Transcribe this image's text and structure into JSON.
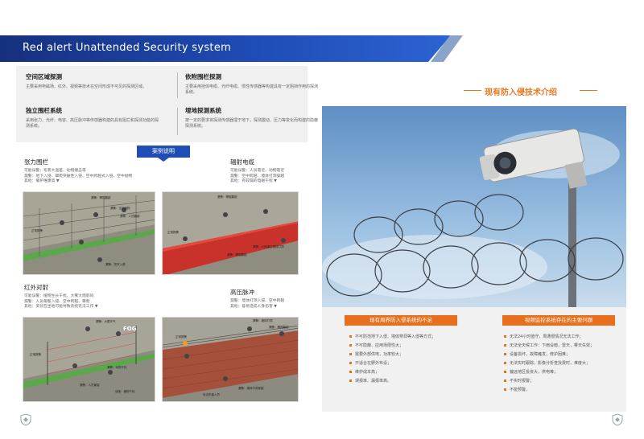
{
  "header": {
    "title": "Red alert Unattended Security system"
  },
  "intro": [
    {
      "title": "空间区域探测",
      "desc": "主要采用电磁场、红外、视频等技术在空间形成不可见的探测区域。"
    },
    {
      "title": "依附围栏探测",
      "desc": "主要采用挂体电缆、光纤电缆、惯性传感器等构建具有一定阻挡作用的探测系统。"
    },
    {
      "title": "独立围栏系统",
      "desc": "采用张力、光纤、电容、高压脉冲等传感器构建的具有阻拦和探测功能的探测系统。"
    },
    {
      "title": "埋地探测系统",
      "desc": "按一定的要求将探测传感器埋于地下，探测震动、压力等变化而构建的隐蔽探测系统。"
    }
  ],
  "case_banner": "案例说明",
  "cases": [
    {
      "title": "张力围栏",
      "lines": [
        "可能误警：冬夏大温差、动物撞击等",
        "漏警：地下入侵、攀爬突破性入侵、空中跨越式入侵、空中抛物",
        "其他：撤护唯康高 ▼"
      ]
    },
    {
      "title": "辐射电缆",
      "lines": [
        "可能误警：人员靠近、动物靠近",
        "漏警：空中跨越、墙体打洞穿越",
        "其他：有较漏的电磁干扰 ▼"
      ]
    },
    {
      "title": "红外对射",
      "lines": [
        "可能误警：植物生长干扰、大雾大雨影响",
        "漏警：人员匍匐入侵、空中跨越、攀爬",
        "其他：安装在坐地可能导致系统无法工作 ▼"
      ]
    },
    {
      "title": "高压脉冲",
      "lines": [
        "漏警：墙体打洞入侵、空中跨越",
        "其他：容易造成人身伤害 ▼"
      ]
    }
  ],
  "scene_labels": {
    "s1": [
      "漏警：攀爬翻越",
      "漏警：空中抛物",
      "漏警：人员翻越",
      "正常报警",
      "漏警：挖开入侵"
    ],
    "s2": [
      "漏警：攀爬翻越",
      "正常报警",
      "漏警：人体通过墙体打洞",
      "漏警：攀爬翻越"
    ],
    "s3": [
      "漏警：大雾天气",
      "FOG",
      "正常报警",
      "漏警：动物干扰",
      "漏警：人员匍匐",
      "误报：植物干扰"
    ],
    "s4": [
      "漏警：墙体打洞",
      "漏警：攀爬翻越",
      "正常报警",
      "电击伤害人员",
      "漏警：墙体打洞穿越"
    ]
  },
  "right": {
    "title": "现有防入侵技术介绍",
    "left_panel": {
      "heading": "现有周界防入侵系统的不足",
      "items": [
        "不可防范地下入侵、墙体穿洞等入侵等方式；",
        "不可隐蔽、应用场限性大；",
        "需要外部供电，功率较大；",
        "不适合在野外布设；",
        "维护成本高；",
        "误报率、漏报率高。"
      ]
    },
    "right_panel": {
      "heading": "视频监控系统存在的主要问题",
      "items": [
        "无法24小时值守，周遭很情况无法工作；",
        "无法全天候工作：下雨设暗，雷天，雾天失效；",
        "设备损坏，故障瘫发，修护困难；",
        "无法实时跟踪，影像分析查找费时，难度大；",
        "偏远地区投资大，供电难；",
        "不实时报警；",
        "不能预警。"
      ]
    }
  },
  "colors": {
    "brand_blue": "#1d4db5",
    "accent_orange": "#e8701c"
  }
}
